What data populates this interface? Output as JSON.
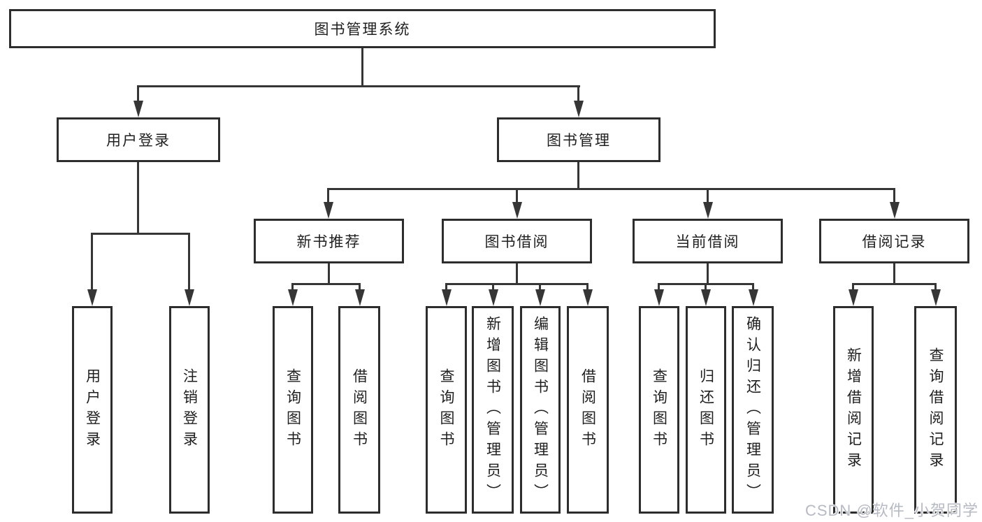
{
  "tree": {
    "root": "图书管理系统",
    "branches": [
      {
        "label": "用户登录",
        "children": [
          "用户登录",
          "注销登录"
        ]
      },
      {
        "label": "图书管理",
        "groups": [
          {
            "label": "新书推荐",
            "children": [
              "查询图书",
              "借阅图书"
            ]
          },
          {
            "label": "图书借阅",
            "children": [
              "查询图书",
              "新增图书（管理员）",
              "编辑图书（管理员）",
              "借阅图书"
            ]
          },
          {
            "label": "当前借阅",
            "children": [
              "查询图书",
              "归还图书",
              "确认归还（管理员）"
            ]
          },
          {
            "label": "借阅记录",
            "children": [
              "新增借阅记录",
              "查询借阅记录"
            ]
          }
        ]
      }
    ]
  },
  "watermark": {
    "text": "CSDN @软件_小贺同学"
  },
  "colors": {
    "box_border": "#2d2d2d",
    "connector_line": "#363636",
    "text": "#1f1f1f",
    "watermark": "#b6bac3",
    "background": "#ffffff"
  }
}
